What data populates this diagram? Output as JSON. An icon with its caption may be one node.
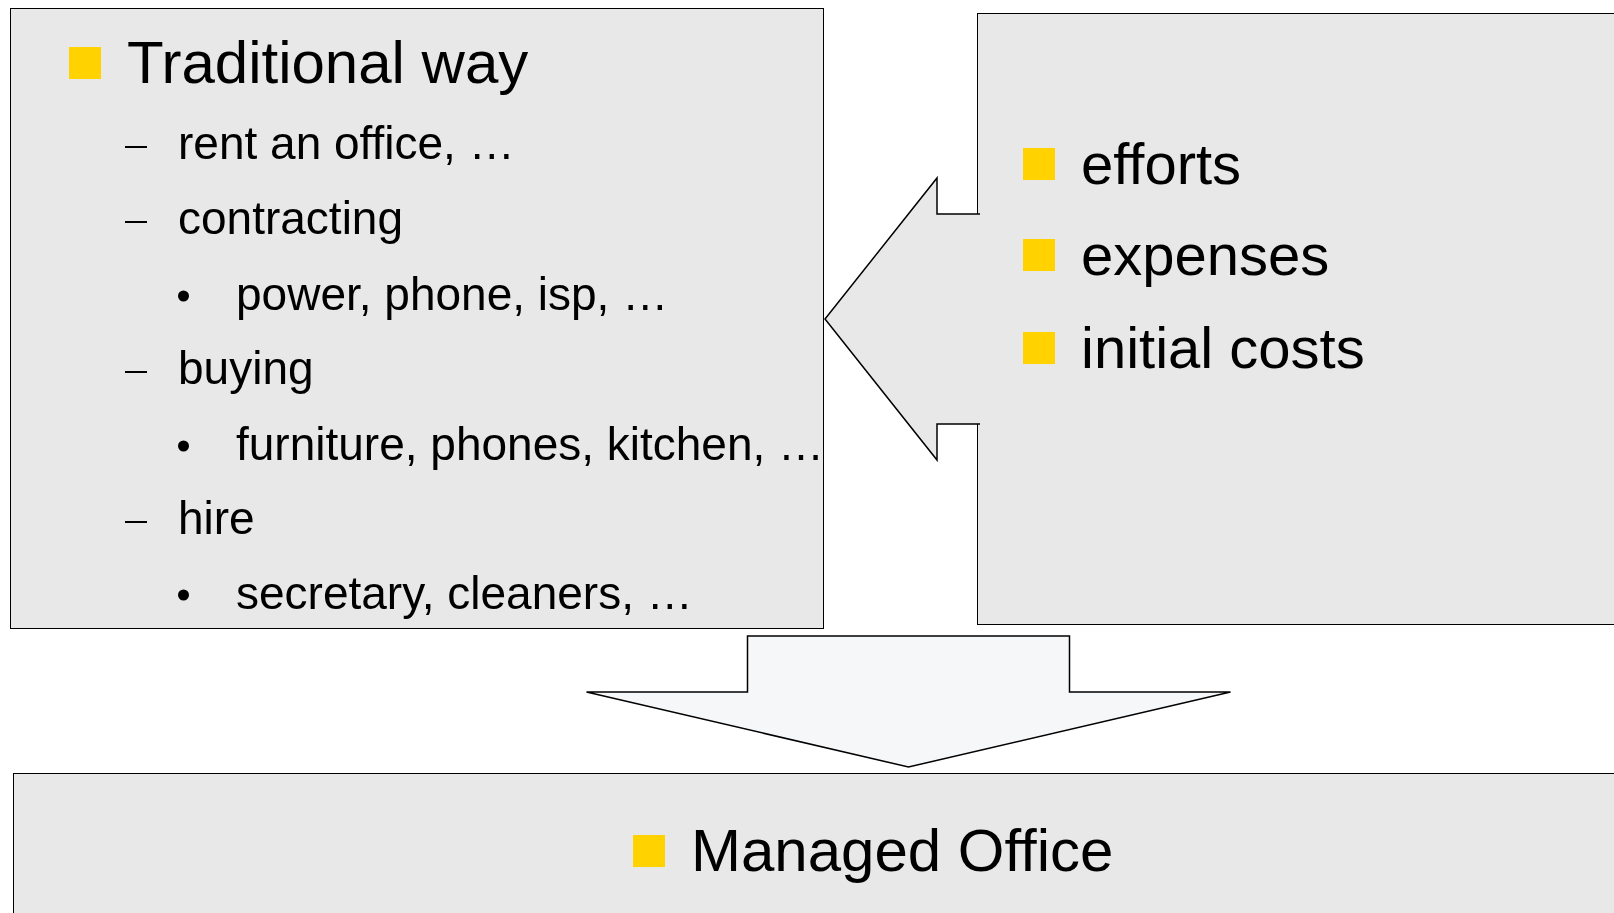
{
  "diagram": {
    "nodes": [
      {
        "text": [
          "Traditional way",
          "rent an office, …",
          "contracting",
          "power, phone, isp, …",
          "buying",
          "furniture, phones, kitchen, …",
          "hire",
          "secretary, cleaners, …"
        ]
      },
      {
        "text": [
          "efforts",
          "expenses",
          "initial costs"
        ]
      },
      {
        "text": [
          "Managed Office"
        ]
      }
    ],
    "edges": [
      {
        "from": 1,
        "to": 0,
        "arrow": "to"
      },
      {
        "from": 0,
        "to": 2,
        "arrow": "to"
      },
      {
        "from": 1,
        "to": 2,
        "arrow": "to"
      }
    ]
  }
}
